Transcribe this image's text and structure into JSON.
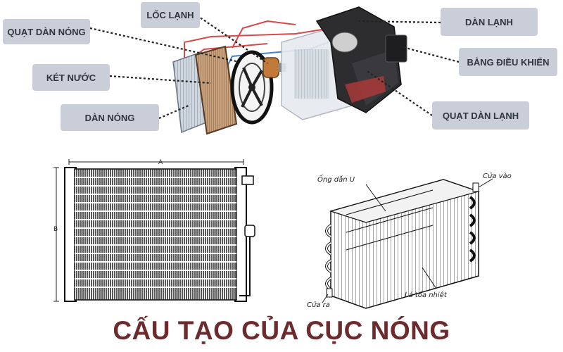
{
  "labels": {
    "quat_dan_nong": "QUẠT DÀN NÓNG",
    "loc_lanh": "LỐC LẠNH",
    "dan_lanh": "DÀN LẠNH",
    "ket_nuoc": "KÉT NƯỚC",
    "bang_dieu_khien": "BẢNG ĐIỀU KHIỂN",
    "dan_nong": "DÀN NÓNG",
    "quat_dan_lanh": "QUẠT DÀN LẠNH"
  },
  "sketch": {
    "ong_dan_u": "Ống dẫn U",
    "cua_vao": "Cửa vào",
    "la_toa_nhiet": "Lá tỏa nhiệt",
    "cua_ra": "Cửa ra",
    "dim_a": "A",
    "dim_b": "B"
  },
  "title": "CẤU TẠO CỦA CỤC NÓNG",
  "colors": {
    "label_bg": "#c9ced8",
    "label_text": "#2e3640",
    "title": "#6e2b2d",
    "pipe_red": "#d94848",
    "pipe_blue": "#4a7fd6"
  }
}
